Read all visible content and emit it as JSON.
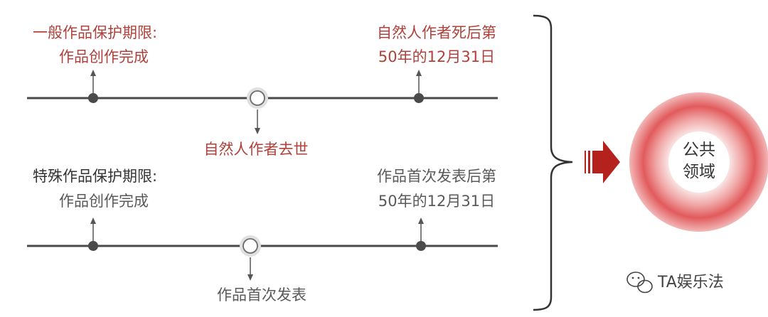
{
  "general": {
    "heading": "一般作品保护期限:",
    "start": "作品创作完成",
    "end_line1": "自然人作者死后第",
    "end_line2": "50年的12月31日",
    "middle_event": "自然人作者去世"
  },
  "special": {
    "heading": "特殊作品保护期限:",
    "start": "作品创作完成",
    "end_line1": "作品首次发表后第",
    "end_line2": "50年的12月31日",
    "middle_event": "作品首次发表"
  },
  "result": {
    "line1": "公共",
    "line2": "领域"
  },
  "watermark": "TA娱乐法",
  "colors": {
    "accent": "#b0413a",
    "arrow": "#b5221d",
    "timeline": "#4a4a4a",
    "text": "#595959"
  }
}
